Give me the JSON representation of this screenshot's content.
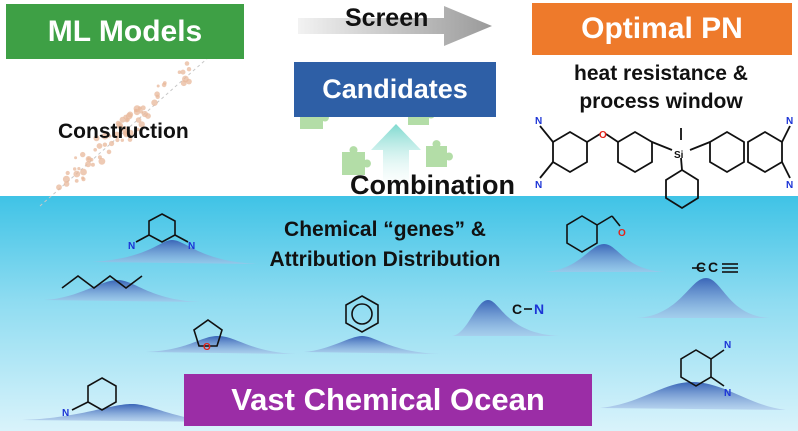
{
  "boxes": {
    "ml_models": "ML Models",
    "optimal_pn": "Optimal PN",
    "candidates": "Candidates",
    "vast_ocean": "Vast Chemical Ocean"
  },
  "labels": {
    "screen": "Screen",
    "heat_line1": "heat resistance &",
    "heat_line2": "process window",
    "construction": "Construction",
    "combination": "Combination",
    "genes_line1": "Chemical “genes” &",
    "genes_line2": "Attribution Distribution"
  },
  "atoms": {
    "nitrogen": "N",
    "oxygen": "O",
    "silicon": "Si",
    "carbon": "C"
  },
  "colors": {
    "ml_models": "#3ea045",
    "optimal_pn": "#ee7a2b",
    "candidates": "#2e5fa6",
    "vast_ocean": "#9b2da6",
    "ocean_top": "#3fc3e6",
    "nitrogen": "#1c34d6",
    "oxygen": "#e2231a"
  },
  "icons": [
    "screen-arrow-icon",
    "combination-arrow-icon",
    "puzzle-piece-icon",
    "scatter-plot-icon",
    "distribution-peak-icon",
    "molecule-icon"
  ]
}
